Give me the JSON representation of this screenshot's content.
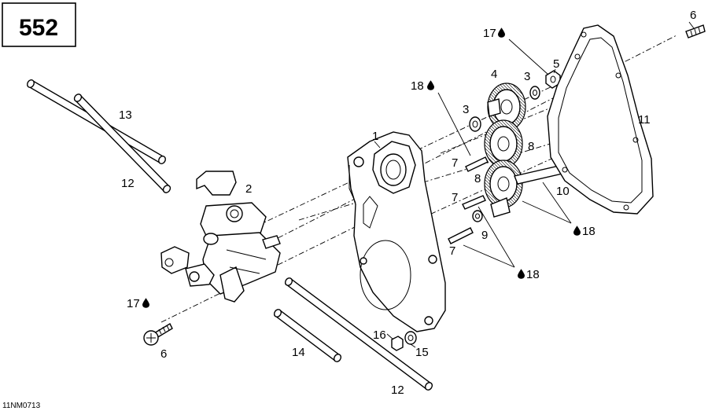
{
  "badge": "552",
  "figure_code": "11NM0713",
  "callouts": [
    {
      "id": "c1",
      "text": "1"
    },
    {
      "id": "c2",
      "text": "2"
    },
    {
      "id": "c3a",
      "text": "3"
    },
    {
      "id": "c3b",
      "text": "3"
    },
    {
      "id": "c4",
      "text": "4"
    },
    {
      "id": "c5",
      "text": "5"
    },
    {
      "id": "c6a",
      "text": "6"
    },
    {
      "id": "c6b",
      "text": "6"
    },
    {
      "id": "c7a",
      "text": "7"
    },
    {
      "id": "c7b",
      "text": "7"
    },
    {
      "id": "c7c",
      "text": "7"
    },
    {
      "id": "c8a",
      "text": "8"
    },
    {
      "id": "c8b",
      "text": "8"
    },
    {
      "id": "c9",
      "text": "9"
    },
    {
      "id": "c10",
      "text": "10"
    },
    {
      "id": "c11",
      "text": "11"
    },
    {
      "id": "c12a",
      "text": "12"
    },
    {
      "id": "c12b",
      "text": "12"
    },
    {
      "id": "c13",
      "text": "13"
    },
    {
      "id": "c14",
      "text": "14"
    },
    {
      "id": "c15",
      "text": "15"
    },
    {
      "id": "c16",
      "text": "16"
    },
    {
      "id": "c17a",
      "text": "17"
    },
    {
      "id": "c17b",
      "text": "17"
    },
    {
      "id": "c18a",
      "text": "18"
    },
    {
      "id": "c18b",
      "text": "18"
    },
    {
      "id": "c18c",
      "text": "18"
    }
  ],
  "icons": {
    "lubricant": "oil-drop-icon"
  }
}
